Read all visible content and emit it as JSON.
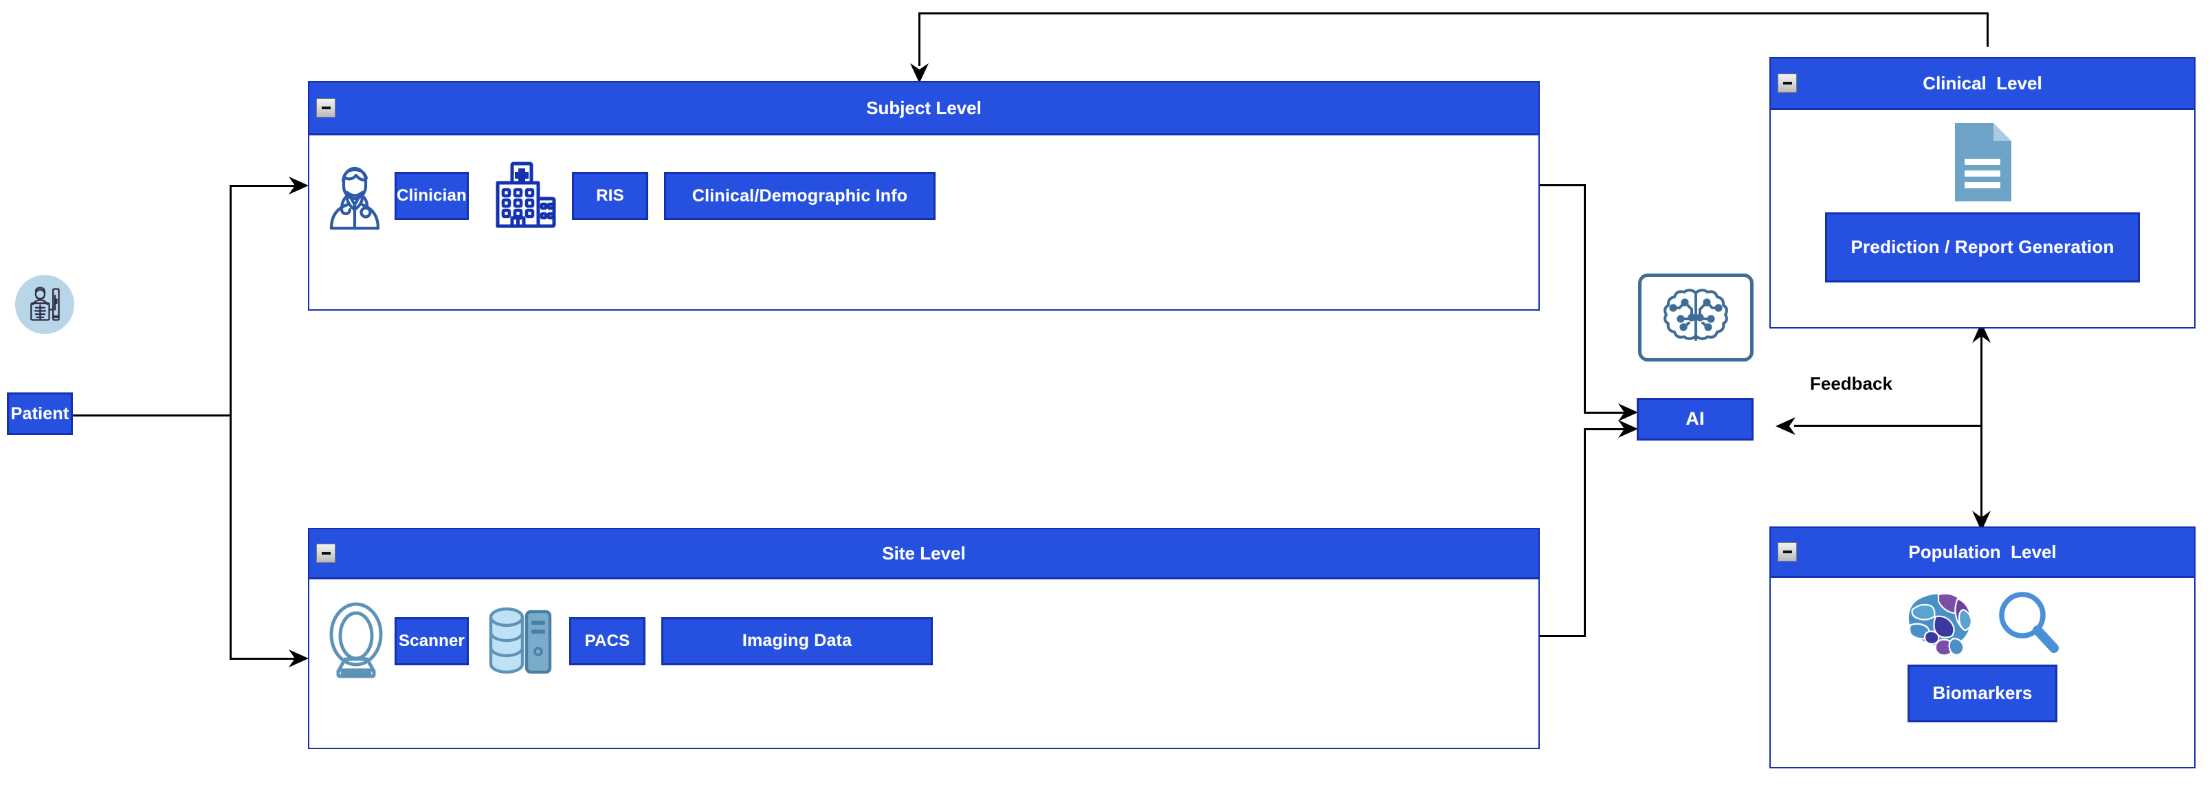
{
  "diagram": {
    "title": "Medical AI workflow levels diagram",
    "colors": {
      "chip_fill": "#2650e0",
      "chip_border": "#1331b0",
      "header_fill": "#2650e0",
      "icon_blue": "#2c5aa8",
      "icon_deep_blue": "#1331b0",
      "icon_steel": "#6ea3c8",
      "patient_circle": "#b9d5e8",
      "patient_icon": "#2b2b45",
      "line": "#000000",
      "white": "#ffffff"
    }
  },
  "patient": {
    "label": "Patient",
    "icon": "patient-xray-icon"
  },
  "subject_level": {
    "title": "Subject  Level",
    "title_text": "Subject Level",
    "collapse_icon": "minus-icon",
    "items": [
      {
        "icon": "clinician-icon",
        "label": "Clinician"
      },
      {
        "icon": "hospital-icon",
        "label": "RIS"
      },
      {
        "icon": null,
        "label": "Clinical/Demographic Info"
      }
    ]
  },
  "site_level": {
    "title_text": "Site Level",
    "collapse_icon": "minus-icon",
    "items": [
      {
        "icon": "mri-scanner-icon",
        "label": "Scanner"
      },
      {
        "icon": "database-server-icon",
        "label": "PACS"
      },
      {
        "icon": null,
        "label": "Imaging Data"
      }
    ]
  },
  "ai_node": {
    "label": "AI",
    "icon": "ai-brain-chip-icon"
  },
  "clinical_level": {
    "title_text": "Clinical  Level",
    "collapse_icon": "minus-icon",
    "icon": "report-document-icon",
    "chip_label": "Prediction / Report Generation"
  },
  "population_level": {
    "title_text": "Population  Level",
    "collapse_icon": "minus-icon",
    "icons": [
      "mosaic-brain-icon",
      "magnifier-icon"
    ],
    "chip_label": "Biomarkers"
  },
  "edges": {
    "feedback_label": "Feedback"
  }
}
